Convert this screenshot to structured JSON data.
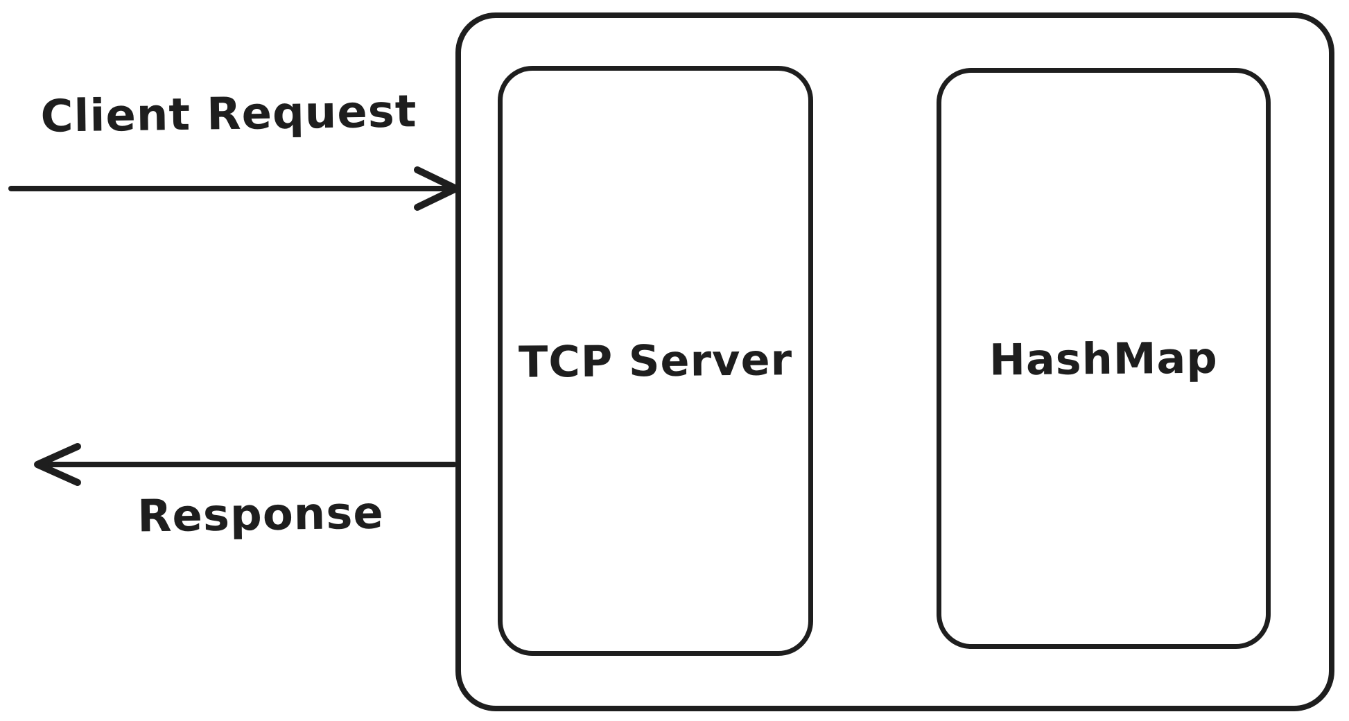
{
  "diagram": {
    "type": "architecture-sketch",
    "colors": {
      "stroke": "#1e1e1e",
      "background": "#ffffff"
    },
    "nodes": {
      "outer_container": {
        "label": ""
      },
      "tcp_server": {
        "label": "TCP Server"
      },
      "hashmap": {
        "label": "HashMap"
      }
    },
    "arrows": [
      {
        "name": "client-request-arrow",
        "label": "Client Request",
        "direction": "right",
        "points_into": "outer_container"
      },
      {
        "name": "response-arrow",
        "label": "Response",
        "direction": "left",
        "points_out_of": "outer_container"
      }
    ],
    "labels": {
      "client_request": "Client Request",
      "response": "Response"
    }
  }
}
